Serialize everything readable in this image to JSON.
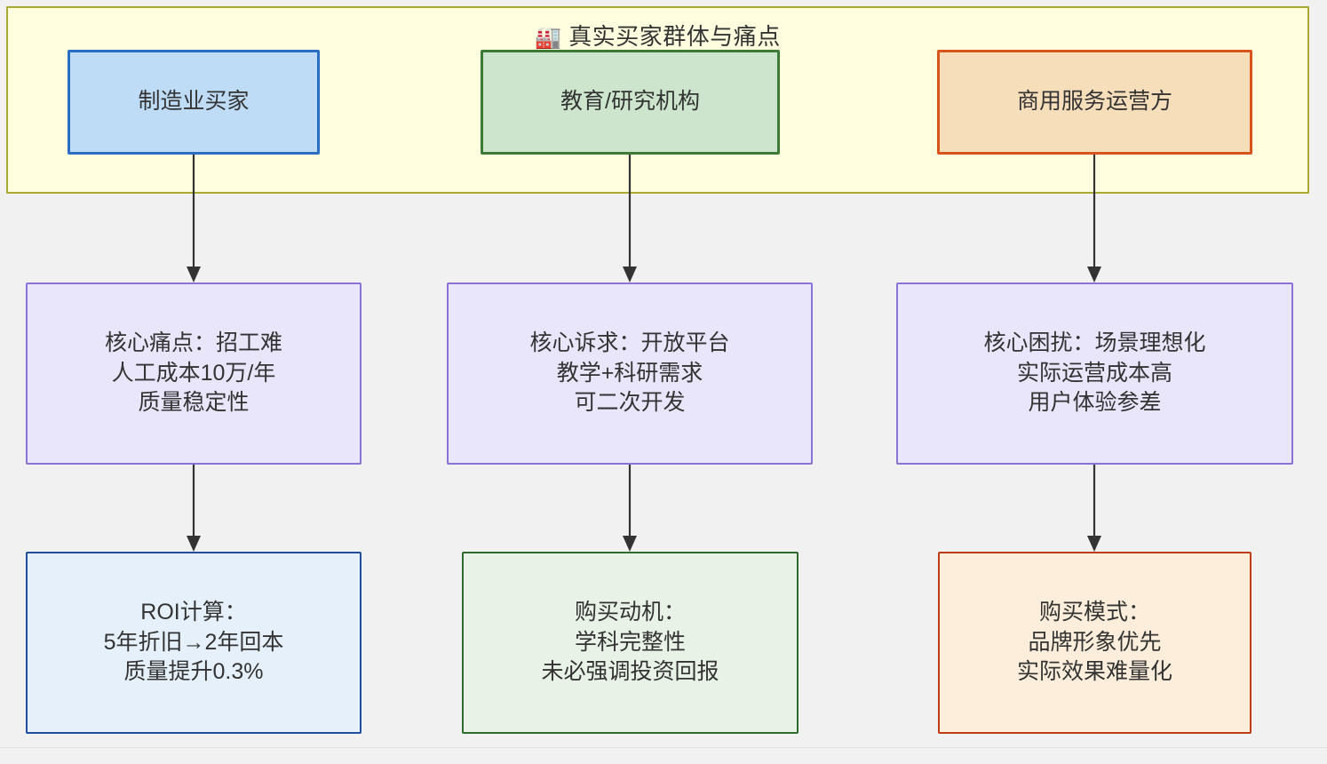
{
  "diagram": {
    "type": "flowchart",
    "background_color": "#f1f1f1",
    "subgraph": {
      "title_emoji": "🏭",
      "title_text": "真实买家群体与痛点",
      "fill_color": "#ffffe0",
      "border_color": "#aaaa33"
    },
    "nodes": {
      "persona_manufacturing": {
        "label": "制造业买家",
        "fill_color": "#bfdcf7",
        "border_color": "#2a6ec4"
      },
      "persona_education": {
        "label": "教育/研究机构",
        "fill_color": "#cce5cc",
        "border_color": "#3c7a35"
      },
      "persona_commercial": {
        "label": "商用服务运营方",
        "fill_color": "#f7debb",
        "border_color": "#d9541d"
      },
      "pain_manufacturing": {
        "lines": [
          "核心痛点：招工难",
          "人工成本10万/年",
          "质量稳定性"
        ],
        "fill_color": "#e9e5fb",
        "border_color": "#8c72d4"
      },
      "pain_education": {
        "lines": [
          "核心诉求：开放平台",
          "教学+科研需求",
          "可二次开发"
        ],
        "fill_color": "#e9e5fb",
        "border_color": "#8c72d4"
      },
      "pain_commercial": {
        "lines": [
          "核心困扰：场景理想化",
          "实际运营成本高",
          "用户体验参差"
        ],
        "fill_color": "#e9e5fb",
        "border_color": "#8c72d4"
      },
      "outcome_manufacturing": {
        "lines": [
          "ROI计算：",
          "5年折旧→2年回本",
          "质量提升0.3%"
        ],
        "fill_color": "#e5f0fa",
        "border_color": "#1f4e9c"
      },
      "outcome_education": {
        "lines": [
          "购买动机：",
          "学科完整性",
          "未必强调投资回报"
        ],
        "fill_color": "#e9f2e7",
        "border_color": "#2f6b2c"
      },
      "outcome_commercial": {
        "lines": [
          "购买模式：",
          "品牌形象优先",
          "实际效果难量化"
        ],
        "fill_color": "#fceedb",
        "border_color": "#bf3d16"
      }
    },
    "edges": [
      {
        "from": "persona_manufacturing",
        "to": "pain_manufacturing",
        "color": "#333333"
      },
      {
        "from": "persona_education",
        "to": "pain_education",
        "color": "#333333"
      },
      {
        "from": "persona_commercial",
        "to": "pain_commercial",
        "color": "#333333"
      },
      {
        "from": "pain_manufacturing",
        "to": "outcome_manufacturing",
        "color": "#333333"
      },
      {
        "from": "pain_education",
        "to": "outcome_education",
        "color": "#333333"
      },
      {
        "from": "pain_commercial",
        "to": "outcome_commercial",
        "color": "#333333"
      }
    ]
  }
}
